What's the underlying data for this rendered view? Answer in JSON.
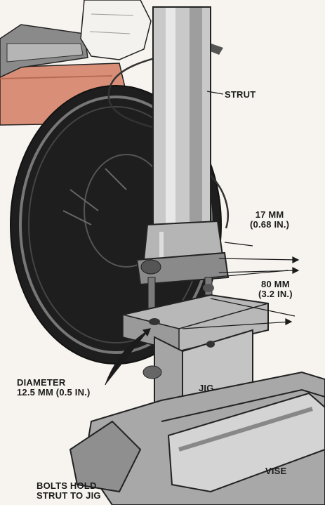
{
  "labels": {
    "strut": "STRUT",
    "dim_17_mm": "17 MM",
    "dim_17_in": "(0.68 IN.)",
    "dim_80_mm": "80 MM",
    "dim_80_in": "(3.2 IN.)",
    "diameter_line1": "DIAMETER",
    "diameter_line2": "12.5 MM (0.5 IN.)",
    "jig": "JIG",
    "vise": "VISE",
    "bolts_line1": "BOLTS HOLD",
    "bolts_line2": "STRUT TO JIG"
  },
  "colors": {
    "ink": "#1b1b1b",
    "metal_light": "#c9c9c9",
    "metal_mid": "#9e9e9e",
    "metal_dark": "#5a5a5a",
    "disc": "#1e1e1e",
    "sleeve": "#d98f77",
    "glove": "#f4f2ee"
  }
}
